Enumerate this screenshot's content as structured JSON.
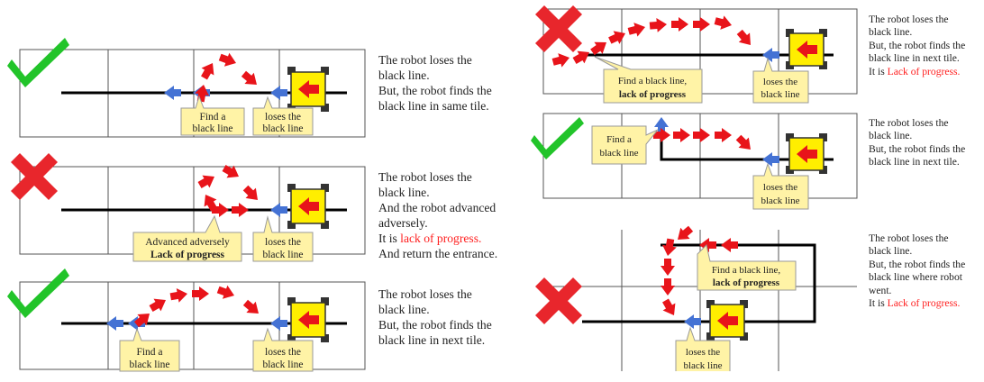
{
  "colors": {
    "success": "#22c42a",
    "failure": "#e8262c",
    "lack_of_progress_text": "#ff2020",
    "callout_fill": "#fff3a6",
    "robot_body": "#ffee00",
    "robot_arrow": "#e8141a",
    "return_arrow": "#4472d4",
    "move_arrow": "#e8141a"
  },
  "icons": {
    "success": "check-mark-icon",
    "failure": "cross-mark-icon",
    "robot": "robot-icon",
    "arrow": "arrow-icon"
  },
  "scenarios": [
    {
      "id": "s1",
      "result": "success",
      "description": {
        "lines": [
          {
            "text": "The robot loses the"
          },
          {
            "text": "black line."
          },
          {
            "text": "But, the robot finds the"
          },
          {
            "text": "black line in same tile."
          }
        ]
      },
      "callouts": [
        {
          "lines": [
            "Find a",
            "black line"
          ]
        },
        {
          "lines": [
            "loses the",
            "black line"
          ]
        }
      ]
    },
    {
      "id": "s2",
      "result": "failure",
      "description": {
        "lines": [
          {
            "text": "The robot loses the"
          },
          {
            "text": "black line."
          },
          {
            "text": "And the robot advanced"
          },
          {
            "text": "adversely."
          },
          {
            "prefix": "It is ",
            "highlight": "lack of progress."
          },
          {
            "text": "And return the entrance."
          }
        ]
      },
      "callouts": [
        {
          "lines": [
            "Advanced adversely",
            "Lack of progress"
          ]
        },
        {
          "lines": [
            "loses the",
            "black line"
          ]
        }
      ]
    },
    {
      "id": "s3",
      "result": "success",
      "description": {
        "lines": [
          {
            "text": "The robot loses the"
          },
          {
            "text": "black line."
          },
          {
            "text": "But, the robot finds the"
          },
          {
            "text": "black line in next tile."
          }
        ]
      },
      "callouts": [
        {
          "lines": [
            "Find a",
            "black line"
          ]
        },
        {
          "lines": [
            "loses the",
            "black line"
          ]
        }
      ]
    },
    {
      "id": "s4",
      "result": "failure",
      "description": {
        "lines": [
          {
            "text": "The robot loses the"
          },
          {
            "text": "black line."
          },
          {
            "text": "But, the robot finds the"
          },
          {
            "text": "black line in next tile."
          },
          {
            "prefix": "It is ",
            "highlight": "Lack of progress."
          }
        ]
      },
      "callouts": [
        {
          "lines": [
            "Find a black line,",
            "lack of progress"
          ]
        },
        {
          "lines": [
            "loses the",
            "black line"
          ]
        }
      ]
    },
    {
      "id": "s5",
      "result": "success",
      "description": {
        "lines": [
          {
            "text": "The robot loses the"
          },
          {
            "text": "black line."
          },
          {
            "text": "But, the robot finds the"
          },
          {
            "text": "black line in next tile."
          }
        ]
      },
      "callouts": [
        {
          "lines": [
            "Find a",
            "black line"
          ]
        },
        {
          "lines": [
            "loses the",
            "black line"
          ]
        }
      ]
    },
    {
      "id": "s6",
      "result": "failure",
      "description": {
        "lines": [
          {
            "text": "The robot loses the"
          },
          {
            "text": "black line."
          },
          {
            "text": "But, the robot finds the"
          },
          {
            "text": "black line where robot"
          },
          {
            "text": "went."
          },
          {
            "prefix": "It is ",
            "highlight": "Lack of progress."
          }
        ]
      },
      "callouts": [
        {
          "lines": [
            "Find a black line,",
            "lack of progress"
          ]
        },
        {
          "lines": [
            "loses the",
            "black line"
          ]
        }
      ]
    }
  ]
}
